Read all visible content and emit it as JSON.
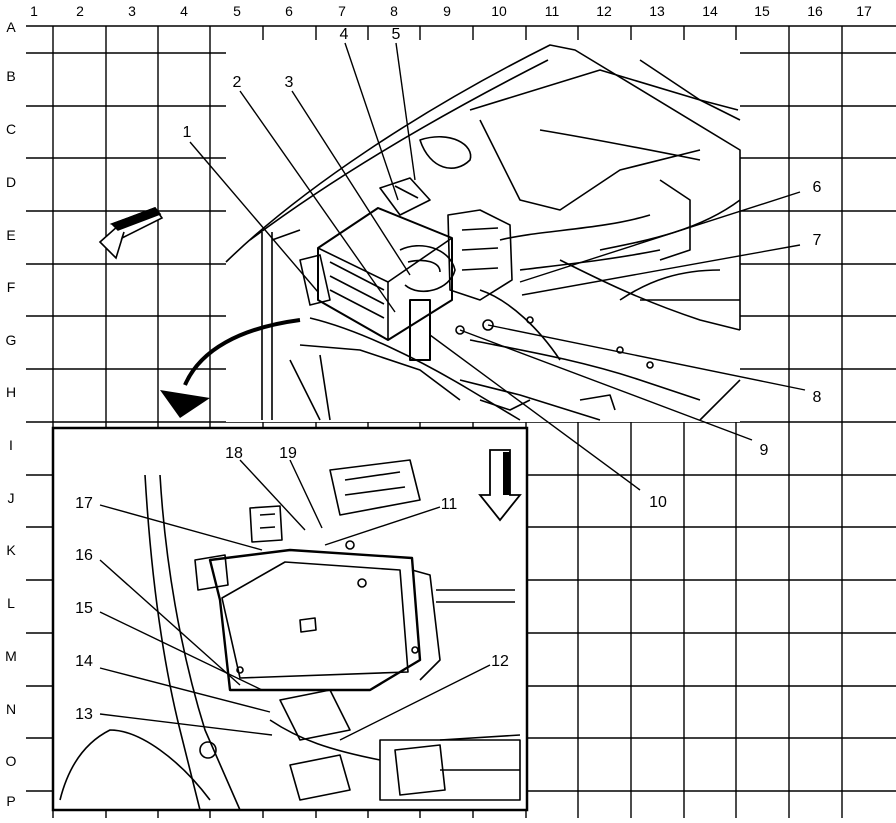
{
  "grid": {
    "columns": [
      "1",
      "2",
      "3",
      "4",
      "5",
      "6",
      "7",
      "8",
      "9",
      "10",
      "11",
      "12",
      "13",
      "14",
      "15",
      "16",
      "17"
    ],
    "rows": [
      "A",
      "B",
      "C",
      "D",
      "E",
      "F",
      "G",
      "H",
      "I",
      "J",
      "K",
      "L",
      "M",
      "N",
      "O",
      "P"
    ]
  },
  "callouts": [
    "1",
    "2",
    "3",
    "4",
    "5",
    "6",
    "7",
    "8",
    "9",
    "10",
    "11",
    "12",
    "13",
    "14",
    "15",
    "16",
    "17",
    "18",
    "19"
  ]
}
